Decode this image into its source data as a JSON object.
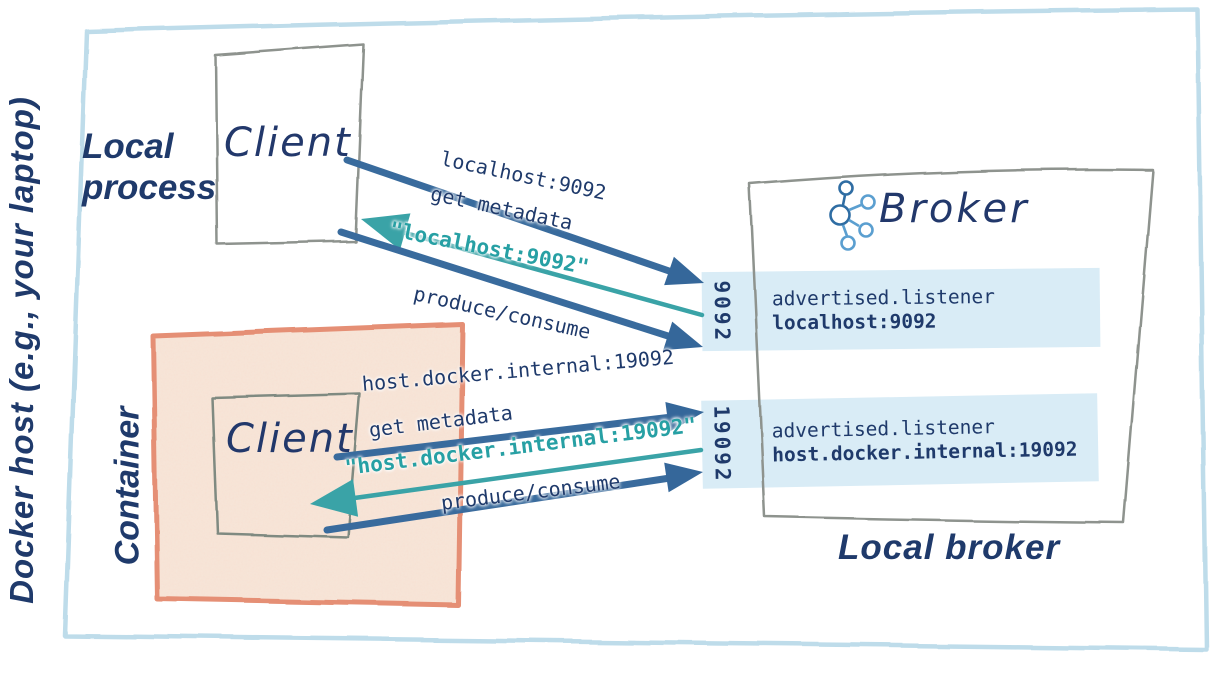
{
  "colors": {
    "navy_text": "#1f3a6b",
    "steel_blue_arrow": "#396b9d",
    "teal_arrow": "#3aa3a7",
    "teal_text": "#27a0a4",
    "highlight_blue": "#d9ecf6",
    "box_gray": "#8e938e",
    "container_salmon": "#e58f75",
    "container_peach_fill": "#f7e6da",
    "outer_border_blue": "#b7d9e8",
    "icon_blue_dark": "#2f6da3",
    "icon_blue_light": "#5b9fd0"
  },
  "docker_host_label": "Docker host (e.g., your laptop)",
  "local_process": {
    "label": "Local\nprocess",
    "client": "Client"
  },
  "container": {
    "label": "Container",
    "client": "Client"
  },
  "broker": {
    "title": "Broker",
    "caption": "Local broker",
    "listeners": [
      {
        "port": "9092",
        "property": "advertised.listener",
        "value": "localhost:9092"
      },
      {
        "port": "19092",
        "property": "advertised.listener",
        "value": "host.docker.internal:19092"
      }
    ]
  },
  "flows": {
    "local": {
      "request": "localhost:9092",
      "request2": "get metadata",
      "response": "\"localhost:9092\"",
      "produce": "produce/consume"
    },
    "container": {
      "request": "host.docker.internal:19092",
      "request2": "get metadata",
      "response": "\"host.docker.internal:19092\"",
      "produce": "produce/consume"
    }
  }
}
